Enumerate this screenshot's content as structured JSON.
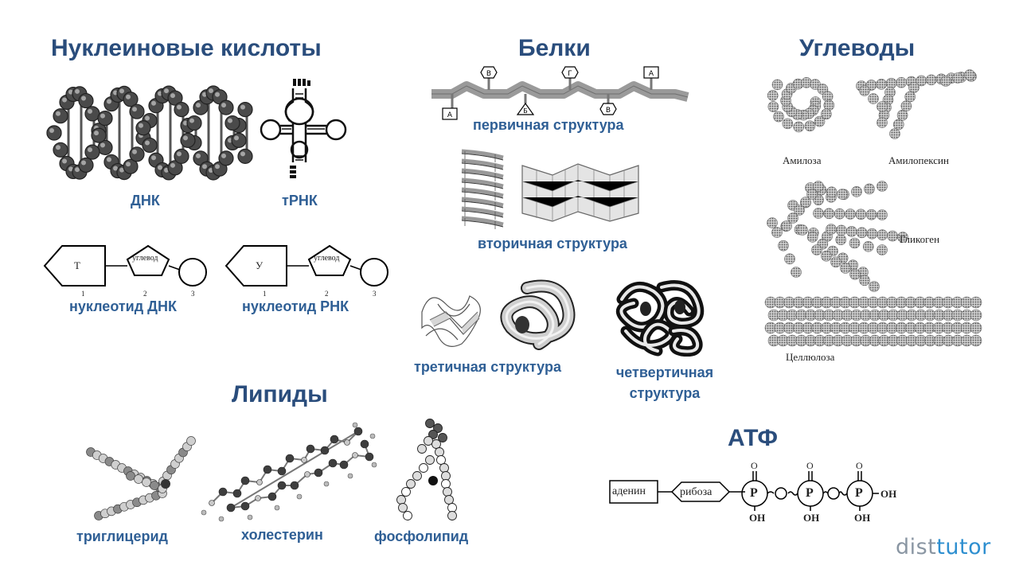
{
  "headings": {
    "nucleic": "Нуклеиновые кислоты",
    "proteins": "Белки",
    "carbs": "Углеводы",
    "lipids": "Липиды",
    "atp": "АТФ"
  },
  "nucleic": {
    "dna": "ДНК",
    "trna": "тРНК",
    "nuc_dna": {
      "base": "Т",
      "sugar": "углевод",
      "n1": "1",
      "n2": "2",
      "n3": "3",
      "label": "нуклеотид ДНК"
    },
    "nuc_rna": {
      "base": "У",
      "sugar": "углевод",
      "n1": "1",
      "n2": "2",
      "n3": "3",
      "label": "нуклеотид РНК"
    }
  },
  "proteins": {
    "residues": [
      "А",
      "В",
      "Б",
      "Г",
      "В",
      "А"
    ],
    "primary": "первичная структура",
    "secondary": "вторичная структура",
    "tertiary": "третичная структура",
    "quaternary_1": "четвертичная",
    "quaternary_2": "структура"
  },
  "carbs": {
    "amylose": "Амилоза",
    "amylopectin": "Амилопексин",
    "glycogen": "Гликоген",
    "cellulose": "Целлюлоза"
  },
  "lipids": {
    "triglyceride": "триглицерид",
    "cholesterol": "холестерин",
    "phospholipid": "фосфолипид"
  },
  "atp": {
    "adenine": "аденин",
    "ribose": "рибоза",
    "p": "P",
    "o": "O",
    "oh": "OH"
  },
  "logo": {
    "part1": "dist",
    "part2": "tutor"
  },
  "colors": {
    "heading": "#2a4d7c",
    "label": "#2f5f95",
    "logo_gray": "#8a96a3",
    "logo_blue": "#2e8fd0"
  }
}
